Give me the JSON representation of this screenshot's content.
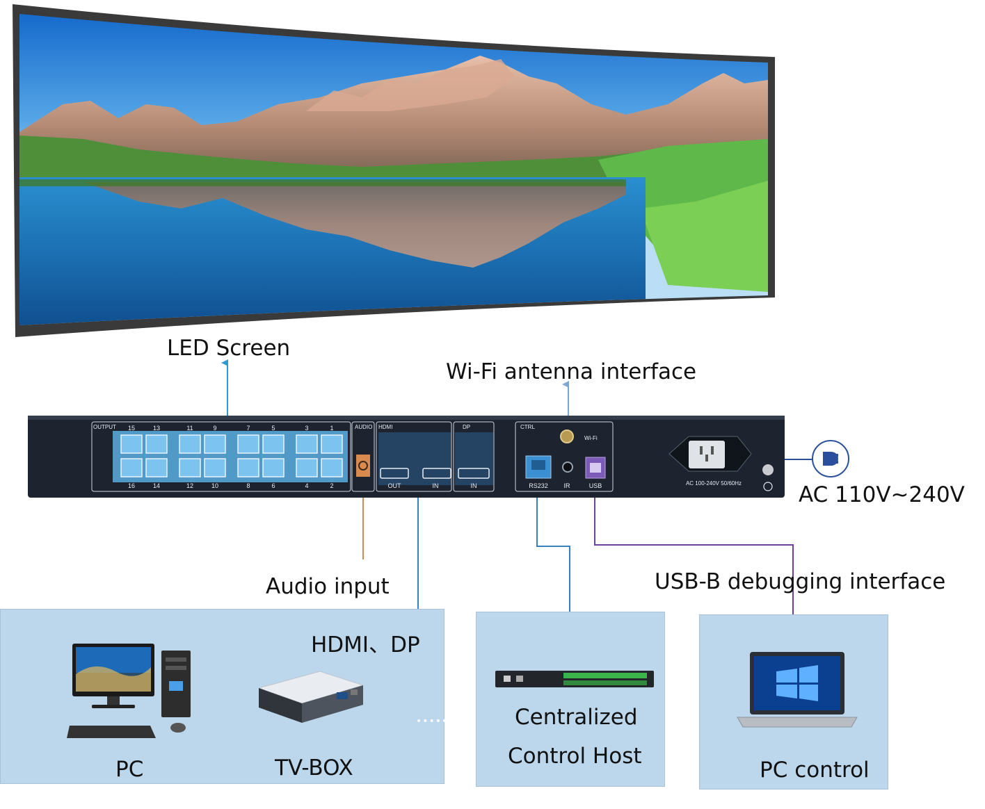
{
  "labels": {
    "led_screen": "LED Screen",
    "wifi": "Wi-Fi antenna interface",
    "power": "AC 110V~240V",
    "audio": "Audio input",
    "usb": "USB-B debugging interface",
    "hdmi_dp": "HDMI、DP",
    "pc": "PC",
    "tvbox": "TV-BOX",
    "host_line1": "Centralized",
    "host_line2": "Control Host",
    "pc_control": "PC control"
  },
  "device": {
    "group_output": "OUTPUT",
    "group_audio": "AUDIO",
    "group_hdmi": "HDMI",
    "group_dp": "DP",
    "group_ctrl": "CTRL",
    "ports_top": [
      "15",
      "13",
      "11",
      "9",
      "7",
      "5",
      "3",
      "1"
    ],
    "ports_bottom": [
      "16",
      "14",
      "12",
      "10",
      "8",
      "6",
      "4",
      "2"
    ],
    "hdmi_out": "OUT",
    "hdmi_in": "IN",
    "dp_in": "IN",
    "wifi": "Wi-Fi",
    "rs232": "RS232",
    "ir": "IR",
    "usb": "USB",
    "power_rating": "AC 100-240V 50/60Hz"
  },
  "colors": {
    "audio_line": "#d98a4e",
    "hdmi_line": "#3b7fbf",
    "screen_line": "#2f9bd3",
    "wifi_line": "#7fa7cf",
    "power_line": "#2a4f9c",
    "usb_line": "#6b3fa0",
    "panel_bg": "#bcd6ec"
  }
}
